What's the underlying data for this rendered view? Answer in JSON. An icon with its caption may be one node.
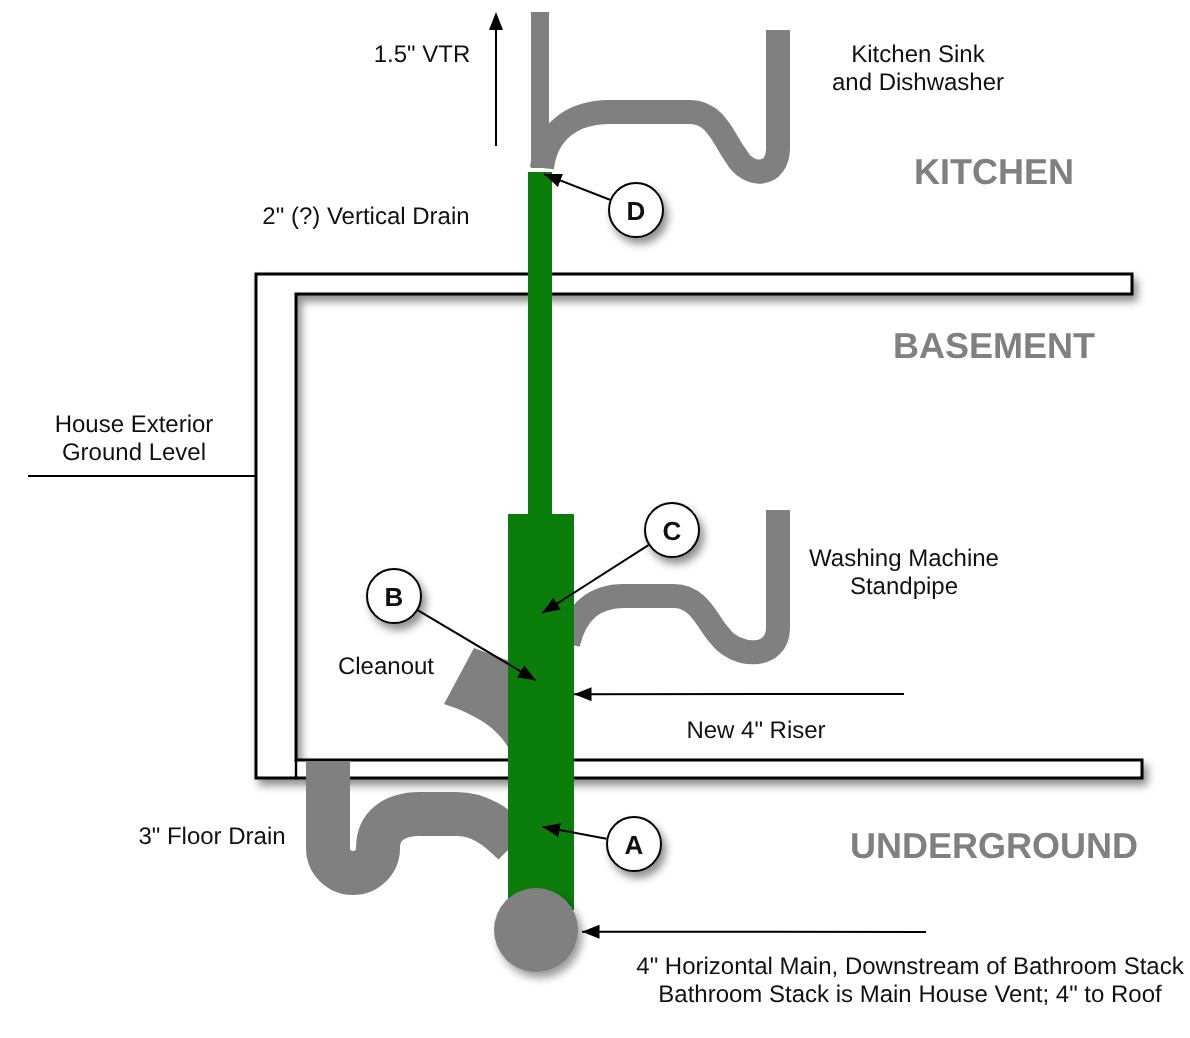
{
  "diagram": {
    "nodes": [
      {
        "text": [
          "D"
        ]
      },
      {
        "text": [],
        "shape": "bar"
      },
      {
        "text": [
          "C"
        ]
      },
      {
        "text": [
          "B"
        ]
      },
      {
        "text": [],
        "shape": "bar"
      },
      {
        "text": [
          "A"
        ]
      },
      {
        "text": [],
        "shape": "circle"
      }
    ],
    "edges": [
      {
        "from": 0,
        "to": 1,
        "arrow": "to"
      },
      {
        "from": 2,
        "to": 4,
        "arrow": "to"
      },
      {
        "from": 3,
        "to": 4,
        "arrow": "to"
      },
      {
        "from": null,
        "to": 4,
        "arrow": "to",
        "label": "New 4\" Riser"
      },
      {
        "from": 5,
        "to": 4,
        "arrow": "to"
      },
      {
        "from": null,
        "to": 6,
        "arrow": "to",
        "label": "4\" Horizontal Main, Downstream of Bathroom Stack Bathroom Stack is Main House Vent; 4\" to Roof"
      }
    ],
    "labels": [
      "1.5\" VTR",
      "Kitchen Sink and Dishwasher",
      "KITCHEN",
      "2\" (?) Vertical Drain",
      "BASEMENT",
      "House Exterior Ground Level",
      "Washing Machine Standpipe",
      "Cleanout",
      "3\" Floor Drain",
      "UNDERGROUND"
    ]
  }
}
